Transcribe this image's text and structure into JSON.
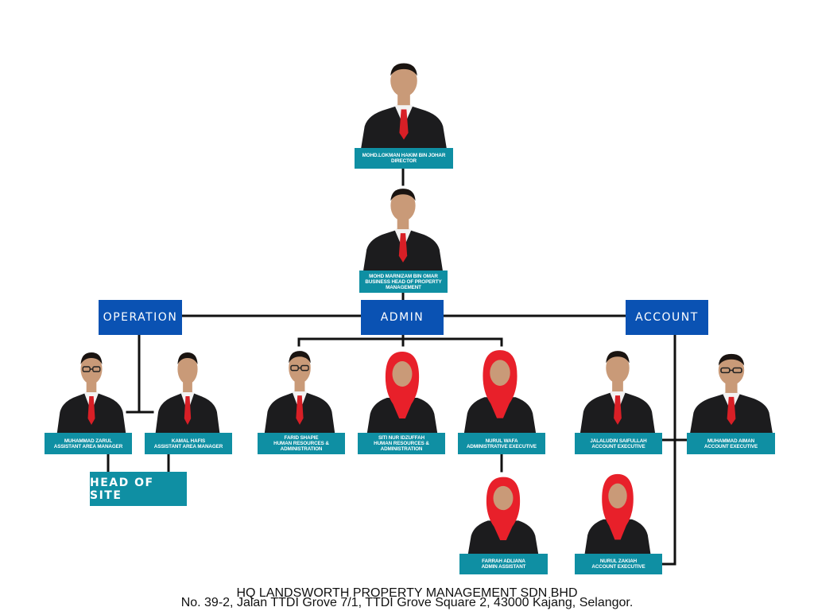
{
  "people": {
    "director": {
      "name": "MOHD.LOKMAN HAKIM BIN JOHAR",
      "role": "DIRECTOR",
      "style": "male"
    },
    "business_head": {
      "name": "MOHD MARNIZAM BIN OMAR",
      "role": "BUSINESS HEAD OF PROPERTY MANAGEMENT",
      "style": "male"
    },
    "zarul": {
      "name": "MUHAMMAD ZARUL",
      "role": "ASSISTANT AREA MANAGER",
      "style": "male-glasses"
    },
    "hafis": {
      "name": "KAMAL HAFIS",
      "role": "ASSISTANT AREA MANAGER",
      "style": "male"
    },
    "farid": {
      "name": "FARID SHAPIE",
      "role": "HUMAN RESOURCES & ADMINISTRATION",
      "style": "male-glasses"
    },
    "izzuffah": {
      "name": "SITI NUR IDZUFFAH",
      "role": "HUMAN RESOURCES & ADMINISTRATION",
      "style": "female"
    },
    "wafa": {
      "name": "NURUL WAFA",
      "role": "ADMINISTRATIVE EXECUTIVE",
      "style": "female"
    },
    "adliana": {
      "name": "FARRAH ADLIANA",
      "role": "ADMIN ASSISTANT",
      "style": "female"
    },
    "jalaludin": {
      "name": "JALALUDIN SAIFULLAH",
      "role": "ACCOUNT EXECUTIVE",
      "style": "male"
    },
    "aiman": {
      "name": "MUHAMMAD AIMAN",
      "role": "ACCOUNT EXECUTIVE",
      "style": "male-glasses"
    },
    "zakiah": {
      "name": "NURUL ZAKIAH",
      "role": "ACCOUNT EXECUTIVE",
      "style": "female"
    }
  },
  "departments": {
    "operation": "OPERATION",
    "admin": "ADMIN",
    "account": "ACCOUNT",
    "head_of_site": "HEAD OF SITE"
  },
  "footer": {
    "company": "HQ LANDSWORTH PROPERTY MANAGEMENT SDN BHD",
    "address": "No. 39-2, Jalan TTDI Grove 7/1, TTDI Grove Square 2, 43000 Kajang, Selangor."
  },
  "colors": {
    "department_box": "#0a52b3",
    "name_label": "#0f8fa3",
    "suit": "#1c1c1e",
    "tie": "#d81f26",
    "hijab": "#e8202a",
    "skin": "#c99a78",
    "connector": "#111111"
  },
  "icons": {
    "portrait": "person-photo-icon"
  }
}
